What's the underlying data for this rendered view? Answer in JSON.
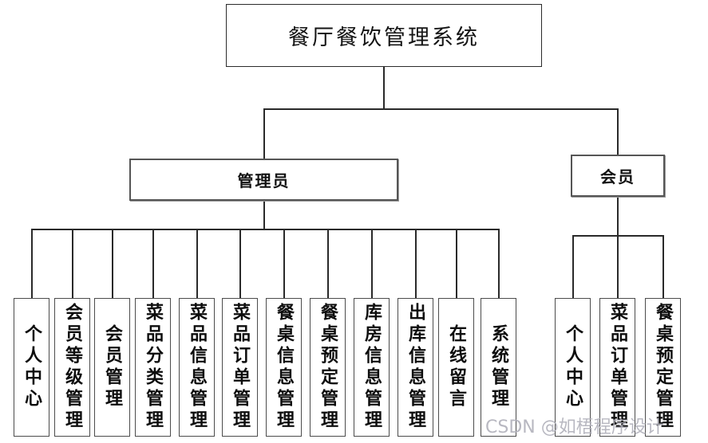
{
  "diagram": {
    "title": "餐厅餐饮管理系统",
    "root": {
      "label": "餐厅餐饮管理系统"
    },
    "admin": {
      "label": "管理员",
      "children": [
        "个人中心",
        "会员等级管理",
        "会员管理",
        "菜品分类管理",
        "菜品信息管理",
        "菜品订单管理",
        "餐桌信息管理",
        "餐桌预定管理",
        "库房信息管理",
        "出库信息管理",
        "在线留言",
        "系统管理"
      ]
    },
    "member": {
      "label": "会员",
      "children": [
        "个人中心",
        "菜品订单管理",
        "餐桌预定管理"
      ]
    },
    "watermark": "CSDN @如梧程序设计",
    "colors": {
      "line": "#2a2a2a",
      "border": "#4c4c4c",
      "watermark": "#b0b0ba",
      "background": "#ffffff"
    }
  }
}
